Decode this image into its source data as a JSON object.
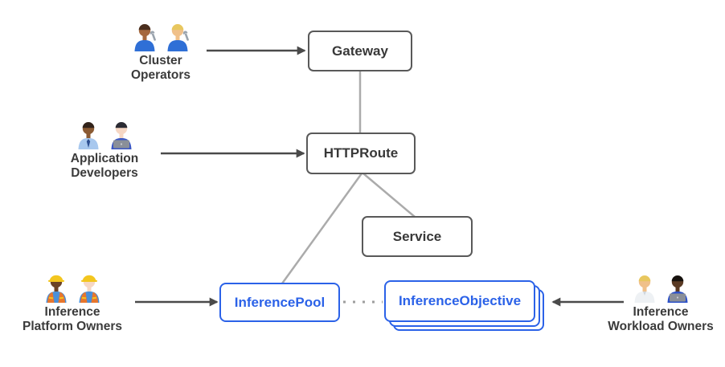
{
  "diagram": {
    "colors": {
      "accent_blue": "#2b62e8",
      "box_border": "#595959",
      "box_text": "#383838",
      "connector_gray": "#ababab",
      "dotted_gray": "#9e9e9e",
      "arrow_dark": "#4a4a4a",
      "persona_text": "#3b3b3b"
    },
    "nodes": {
      "gateway": {
        "label": "Gateway"
      },
      "httproute": {
        "label": "HTTPRoute"
      },
      "service": {
        "label": "Service"
      },
      "inference_pool": {
        "label": "InferencePool"
      },
      "inference_objective": {
        "label": "InferenceObjective"
      }
    },
    "personas": [
      {
        "id": "cluster-operators",
        "label_lines": [
          "Cluster",
          "Operators"
        ],
        "avatars": [
          {
            "name": "man-mechanic-icon",
            "emoji": "👨🏽‍🔧",
            "skin": "#a5683e",
            "hair": "#4a2e1d",
            "shirt": "#2f6fd6",
            "wrench": true
          },
          {
            "name": "woman-mechanic-icon",
            "emoji": "👩🏼‍🔧",
            "skin": "#f0c08a",
            "hair": "#e8c75f",
            "shirt": "#2f6fd6",
            "wrench": true
          }
        ]
      },
      {
        "id": "application-developers",
        "label_lines": [
          "Application",
          "Developers"
        ],
        "avatars": [
          {
            "name": "man-office-worker-icon",
            "emoji": "👨🏾‍💼",
            "skin": "#8a5a33",
            "hair": "#32231a",
            "shirt": "#a8c8ee",
            "tie": true
          },
          {
            "name": "woman-technologist-icon",
            "emoji": "👩🏻‍💻",
            "skin": "#f6d7c4",
            "hair": "#2b2b33",
            "shirt": "#3b57c4",
            "laptop": true
          }
        ]
      },
      {
        "id": "inference-platform-owners",
        "label_lines": [
          "Inference",
          "Platform Owners"
        ],
        "avatars": [
          {
            "name": "woman-construction-worker-icon",
            "emoji": "👷🏿‍♀️",
            "skin": "#6b4226",
            "hair": "#241a12",
            "shirt": "#4a90d9",
            "vest": true,
            "hat": true
          },
          {
            "name": "man-construction-worker-icon",
            "emoji": "👷🏻",
            "skin": "#f6d7c4",
            "hair": "#7a5b3a",
            "shirt": "#4a90d9",
            "vest": true,
            "hat": true
          }
        ]
      },
      {
        "id": "inference-workload-owners",
        "label_lines": [
          "Inference",
          "Workload Owners"
        ],
        "avatars": [
          {
            "name": "health-worker-icon",
            "emoji": "🧑🏼‍⚕️",
            "skin": "#f0c08a",
            "hair": "#e8c75f",
            "shirt": "#eef1f4",
            "coat": true
          },
          {
            "name": "man-technologist-icon",
            "emoji": "🧑🏿‍💻",
            "skin": "#5a3a24",
            "hair": "#17120e",
            "shirt": "#2b50c8",
            "laptop": true
          }
        ]
      }
    ]
  }
}
